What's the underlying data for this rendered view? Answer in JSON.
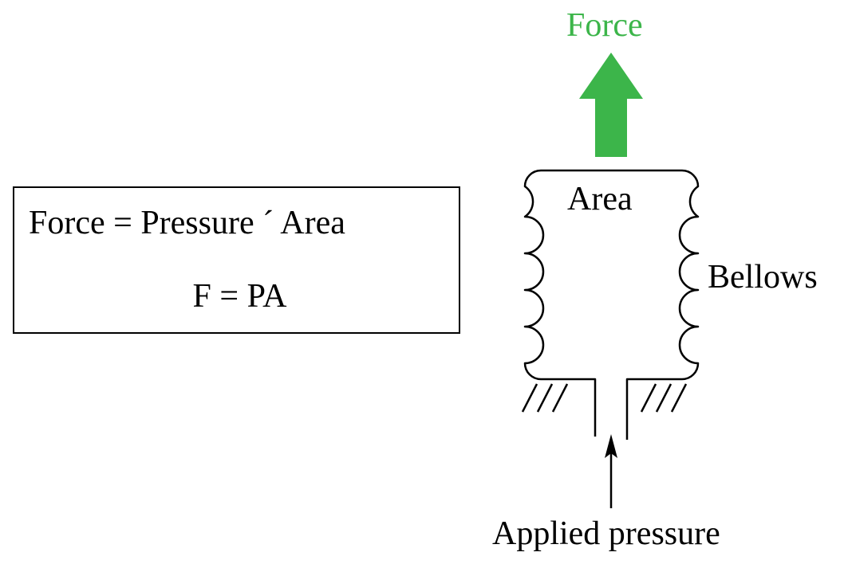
{
  "formula": {
    "line1": "Force = Pressure ´ Area",
    "line2": "F = PA"
  },
  "labels": {
    "force": "Force",
    "area": "Area",
    "bellows": "Bellows",
    "applied_pressure": "Applied pressure"
  },
  "colors": {
    "force_arrow": "#3cb54a",
    "lines": "#000000"
  }
}
